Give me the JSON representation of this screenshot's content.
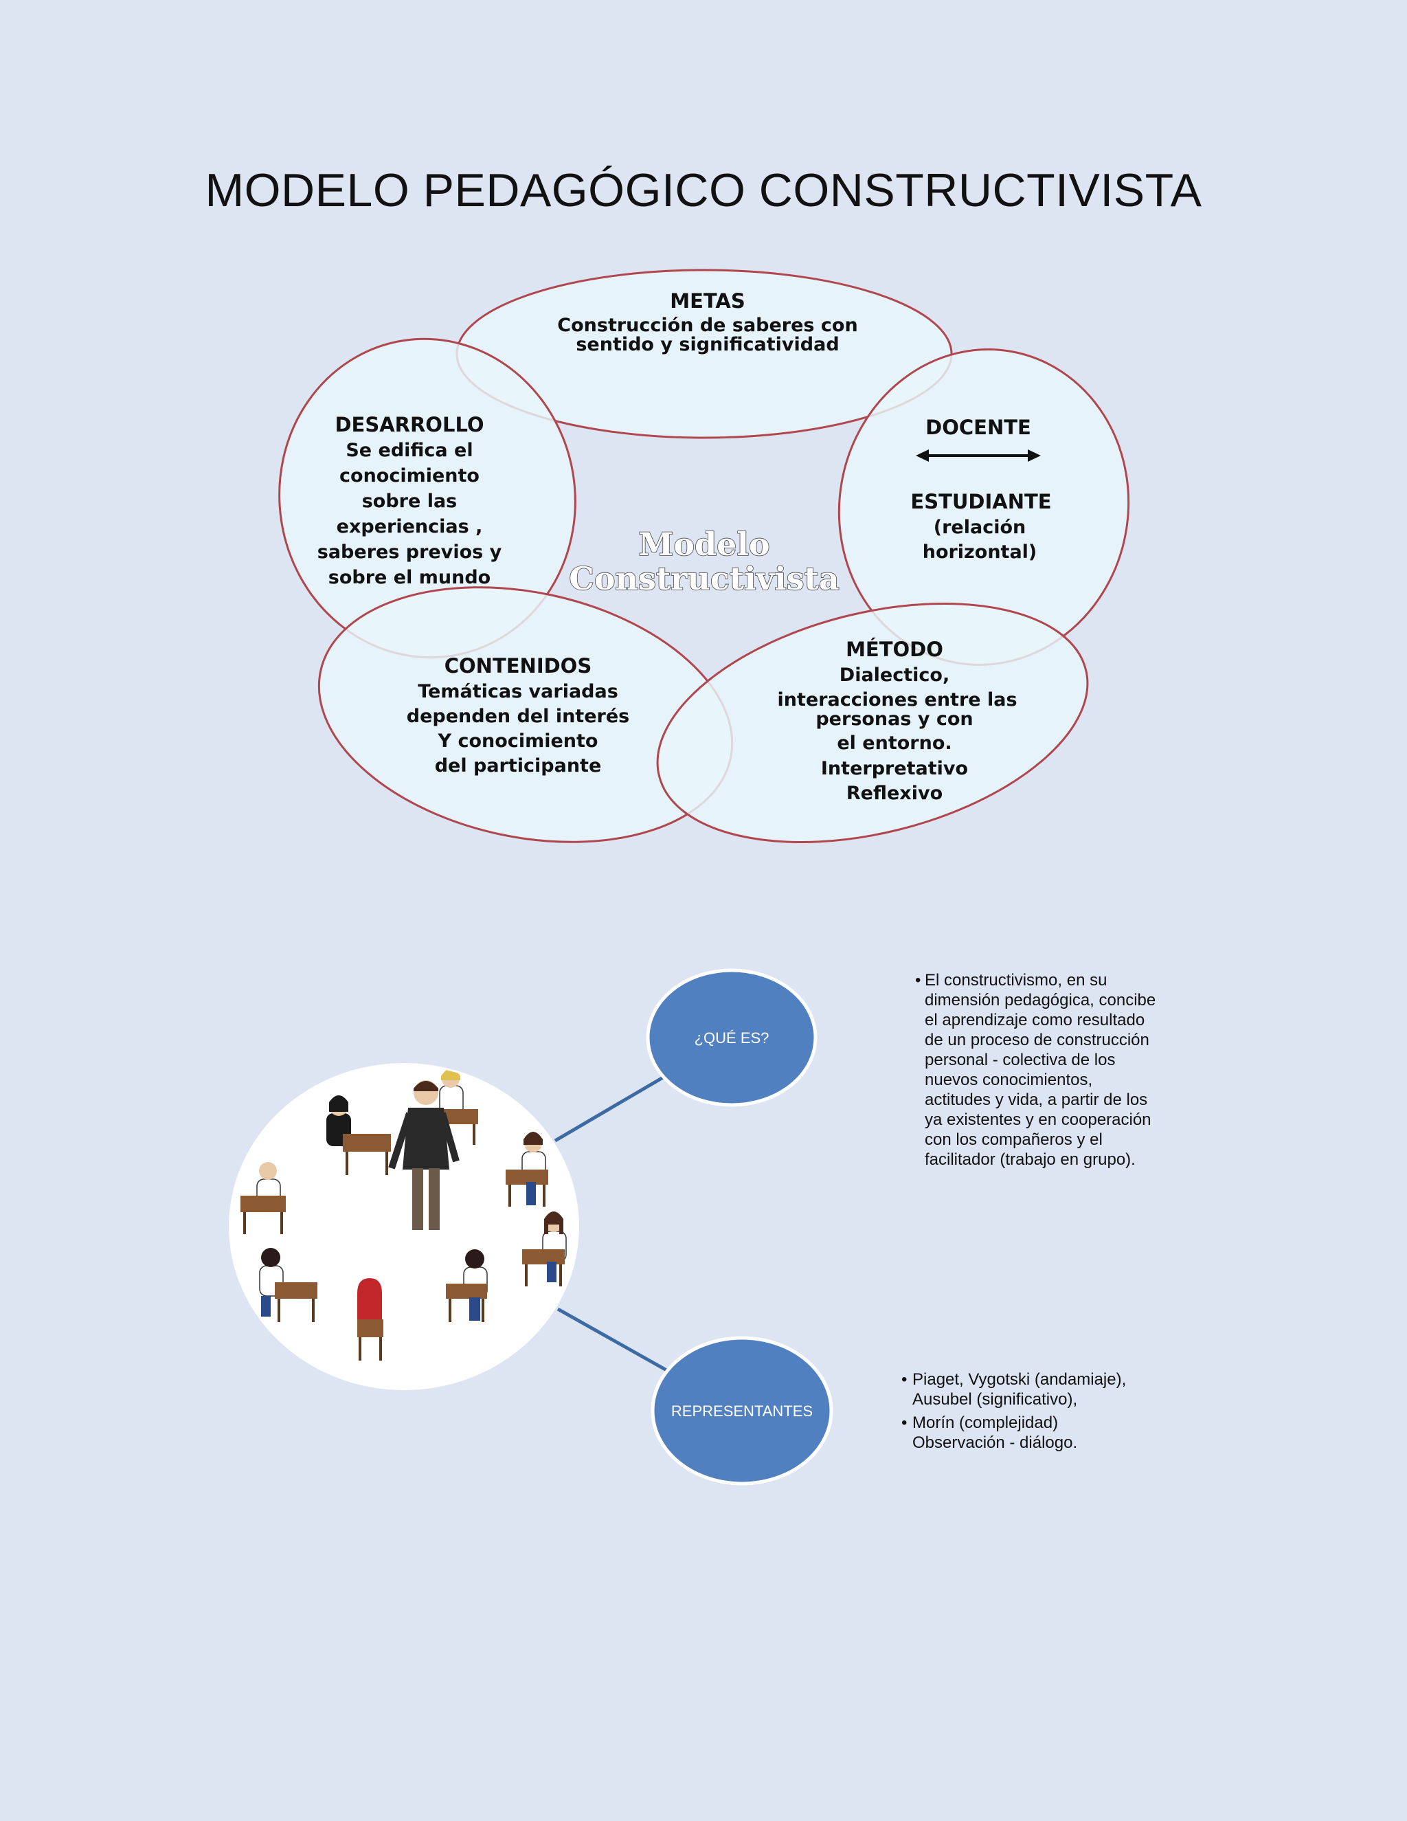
{
  "title": "MODELO PEDAGÓGICO CONSTRUCTIVISTA",
  "cycle": {
    "center": [
      "Modelo",
      "Constructivista"
    ],
    "metas": {
      "heading": "METAS",
      "lines": [
        "Construcción de saberes con",
        "sentido y significatividad"
      ]
    },
    "desarrollo": {
      "heading": "DESARROLLO",
      "lines": [
        "Se edifica el",
        "conocimiento",
        "sobre las",
        "experiencias ,",
        "saberes previos  y",
        "sobre el mundo"
      ]
    },
    "docente": {
      "heading": "DOCENTE",
      "heading2": "ESTUDIANTE",
      "lines": [
        "(relación",
        "horizontal)"
      ]
    },
    "contenidos": {
      "heading": "CONTENIDOS",
      "lines": [
        "Temáticas variadas",
        "dependen del interés",
        "Y conocimiento",
        "del participante"
      ]
    },
    "metodo": {
      "heading": "MÉTODO",
      "lines": [
        "Dialectico,",
        "interacciones entre las",
        "personas y con",
        "el entorno.",
        "Interpretativo",
        "Reflexivo"
      ]
    }
  },
  "map": {
    "que_es": {
      "label": "¿QUÉ ES?",
      "bullets": [
        [
          "El constructivismo, en su",
          "dimensión  pedagógica, concibe",
          "el aprendizaje como resultado",
          "de un proceso de construcción",
          "personal - colectiva de los",
          "nuevos conocimientos,",
          "actitudes y vida, a partir de los",
          "ya existentes y en cooperación",
          "con los compañeros y el",
          "facilitador (trabajo en grupo)."
        ]
      ]
    },
    "representantes": {
      "label": "REPRESENTANTES",
      "bullets": [
        [
          "Piaget, Vygotski (andamiaje),",
          "Ausubel (significativo),"
        ],
        [
          "Morín (complejidad)",
          "Observación - diálogo."
        ]
      ]
    }
  },
  "colors": {
    "background": "#dde4f2",
    "ellipse_fill": "#e8f6fb",
    "ellipse_stroke": "#b0474e",
    "bubble_fill": "#5080c0",
    "connector": "#3d6aa3"
  }
}
